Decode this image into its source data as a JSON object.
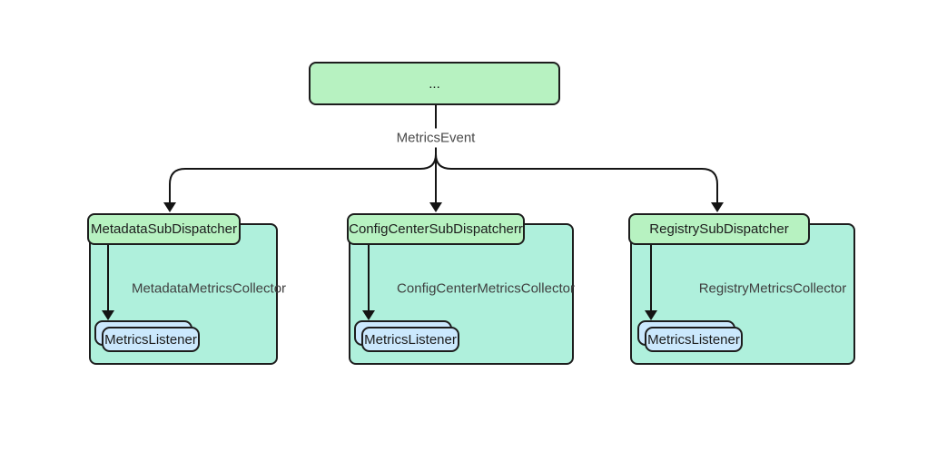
{
  "diagram": {
    "root": {
      "label": "..."
    },
    "edge_label": "MetricsEvent",
    "groups": [
      {
        "id": "metadata",
        "dispatcher": "MetadataSubDispatcher",
        "collector": "MetadataMetricsCollector",
        "listener": "MetricsListener"
      },
      {
        "id": "config-center",
        "dispatcher": "ConfigCenterSubDispatcherr",
        "collector": "ConfigCenterMetricsCollector",
        "listener": "MetricsListener"
      },
      {
        "id": "registry",
        "dispatcher": "RegistrySubDispatcher",
        "collector": "RegistryMetricsCollector",
        "listener": "MetricsListener"
      }
    ],
    "colors": {
      "node_fill_green": "#b7f2c1",
      "container_fill_teal": "#aff0dc",
      "listener_fill_blue": "#cbe8fd",
      "border": "#1d1d1d",
      "edge": "#141414",
      "background": "#ffffff"
    }
  }
}
